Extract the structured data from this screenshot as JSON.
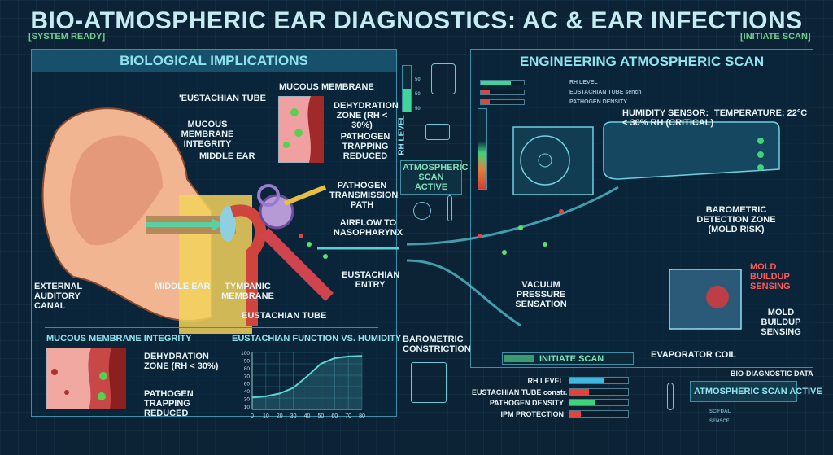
{
  "title": "BIO-ATMOSPHERIC EAR DIAGNOSTICS: AC & EAR INFECTIONS",
  "status_left": "[SYSTEM READY]",
  "status_right": "[INITIATE SCAN]",
  "left_panel": {
    "header": "BIOLOGICAL IMPLICATIONS",
    "inset_title": "MUCOUS MEMBRANE",
    "inset_labels": [
      "DEHYDRATION ZONE (RH < 30%)",
      "PATHOGEN TRAPPING REDUCED"
    ],
    "labels": {
      "eustachian_tube_top": "'EUSTACHIAN TUBE",
      "mucous_integrity": "MUCOUS MEMBRANE INTEGRITY",
      "middle_ear_top": "MIDDLE EAR",
      "pathogen_path": "PATHOGEN TRANSMISSION PATH",
      "airflow": "AIRFLOW TO NASOPHARYNX",
      "eustachian_entry": "EUSTACHIAN ENTRY",
      "external_canal": "EXTERNAL AUDITORY CANAL",
      "middle_ear": "MIDDLE EAR",
      "tympanic": "TYMPANIC MEMBRANE",
      "eustachian_tube_bottom": "EUSTACHIAN TUBE"
    },
    "bottom_left": {
      "title": "MUCOUS MEMBRANE INTEGRITY",
      "labels": [
        "DEHYDRATION ZONE (RH < 30%)",
        "PATHOGEN TRAPPING REDUCED"
      ]
    }
  },
  "chart_data": {
    "type": "area",
    "title": "EUSTACHIAN FUNCTION VS. HUMIDITY",
    "x": [
      0,
      10,
      20,
      30,
      40,
      50,
      60,
      70,
      80
    ],
    "y": [
      21,
      23,
      28,
      38,
      58,
      80,
      90,
      93,
      94
    ],
    "xticks": [
      "0",
      "10",
      "20",
      "30",
      "40",
      "50",
      "60",
      "70",
      "80"
    ],
    "yticks": [
      "100",
      "90",
      "80",
      "70",
      "60",
      "40",
      "30",
      "10"
    ],
    "xlim": [
      0,
      80
    ],
    "ylim": [
      0,
      100
    ],
    "grid": true,
    "color": "#5fd6d6"
  },
  "middle": {
    "rh_label": "RH LEVEL",
    "rh_ticks": [
      "50",
      "50",
      "50"
    ],
    "rh_fill": 0.5,
    "scan_active": "ATMOSPHERIC SCAN ACTIVE",
    "barometric": "BAROMETRIC CONSTRICTION",
    "icons": [
      "multimeter-icon",
      "motor-icon",
      "gauge-icon",
      "thermometer-icon",
      "battery-icon"
    ]
  },
  "right_panel": {
    "header": "ENGINEERING ATMOSPHERIC SCAN",
    "legend": [
      {
        "label": "RH LEVEL",
        "fill": 0.7,
        "color": "#3fd49a"
      },
      {
        "label": "EUSTACHIAN TUBE sench",
        "fill": 0.2,
        "color": "#e0443e"
      },
      {
        "label": "PATHOGEN DENSITY",
        "fill": 0.2,
        "color": "#e0443e"
      }
    ],
    "humidity_sensor": "HUMIDITY SENSOR:",
    "humidity_value": "< 30% RH (CRITICAL)",
    "temperature": "TEMPERATURE: 22°C",
    "barometric_zone": "BAROMETRIC DETECTION ZONE (MOLD RISK)",
    "mold_red": "MOLD BUILDUP SENSING",
    "mold_white": "MOLD BUILDUP SENSING",
    "evaporator": "EVAPORATOR COIL",
    "vacuum": "VACUUM PRESSURE SENSATION",
    "initiate_scan": "INITIATE SCAN",
    "metrics": [
      {
        "label": "RH LEVEL",
        "fill": 0.6,
        "color": "#3fb8e0"
      },
      {
        "label": "EUSTACHIAN TUBE constr.",
        "fill": 0.33,
        "color": "#e0443e"
      },
      {
        "label": "PATHOGEN DENSITY",
        "fill": 0.45,
        "color": "#3fd47a"
      },
      {
        "label": "IPM PROTECTION",
        "fill": 0.2,
        "color": "#e0443e"
      }
    ],
    "bio_diag": "BIO-DIAGNOSTIC DATA",
    "scan_active": "ATMOSPHERIC SCAN ACTIVE",
    "sensor_label": "SCIFDAL SENSCE"
  },
  "colors": {
    "accent": "#8fe3ef",
    "ok": "#6fcf8f",
    "alert": "#e0443e",
    "bg": "#0c2235"
  }
}
